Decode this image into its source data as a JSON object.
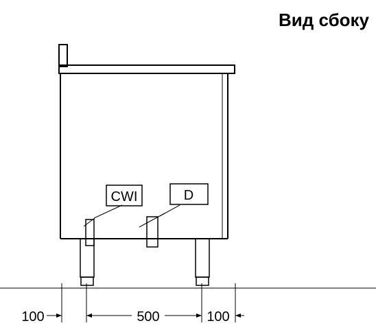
{
  "title": "Вид сбоку",
  "labels": {
    "cwi": "CWI",
    "d": "D"
  },
  "dimensions": {
    "left": "100",
    "middle": "500",
    "right": "100"
  }
}
